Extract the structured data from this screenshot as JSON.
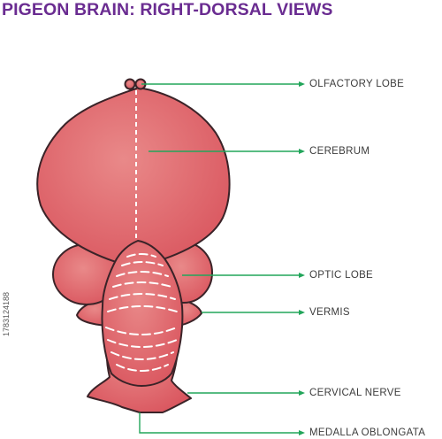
{
  "title": "PIGEON BRAIN: RIGHT-DORSAL VIEWS",
  "stock_id": "1783124188",
  "colors": {
    "title": "#6a2c91",
    "brain_fill_light": "#e98989",
    "brain_fill": "#d9545d",
    "outline": "#3a2328",
    "leader_line": "#22a55a",
    "label_text": "#3c3c3c"
  },
  "labels": [
    {
      "id": "olfactory-lobe",
      "text": "OLFACTORY LOBE"
    },
    {
      "id": "cerebrum",
      "text": "CEREBRUM"
    },
    {
      "id": "optic-lobe",
      "text": "OPTIC LOBE"
    },
    {
      "id": "vermis",
      "text": "VERMIS"
    },
    {
      "id": "cervical-nerve",
      "text": "CERVICAL NERVE"
    },
    {
      "id": "medalla-oblongata",
      "text": "MEDALLA OBLONGATA"
    }
  ]
}
